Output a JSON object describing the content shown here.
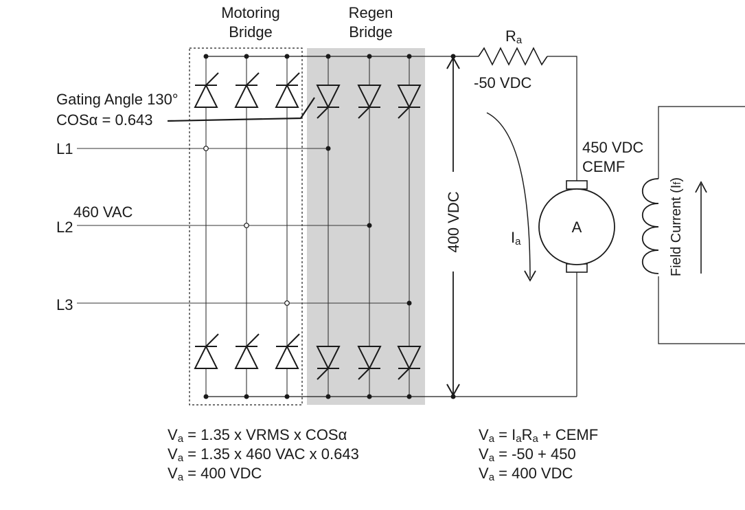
{
  "labels": {
    "motoring_line1": "Motoring",
    "motoring_line2": "Bridge",
    "regen_line1": "Regen",
    "regen_line2": "Bridge",
    "gating_angle": "Gating Angle 130°",
    "cos_alpha": "COSα = 0.643",
    "l1": "L1",
    "l2": "L2",
    "l3": "L3",
    "supply_voltage": "460 VAC",
    "dc_voltage": "400 VDC",
    "ra_main": "R",
    "ra_sub": "a",
    "ra_drop": "-50 VDC",
    "cemf_value": "450 VDC",
    "cemf_label": "CEMF",
    "armature_current_main": "I",
    "armature_current_sub": "a",
    "armature": "A",
    "field_current_prefix": "Field Current (I",
    "field_current_sub": "f",
    "field_current_suffix": ")"
  },
  "equations_left": [
    {
      "prefix": "V",
      "sub": "a",
      "rest": " = 1.35 x VRMS x COSα"
    },
    {
      "prefix": "V",
      "sub": "a",
      "rest": " = 1.35 x 460 VAC x 0.643"
    },
    {
      "prefix": "V",
      "sub": "a",
      "rest": " = 400 VDC"
    }
  ],
  "equations_right": [
    {
      "prefix": "V",
      "sub": "a",
      "mid1": " = I",
      "mid1_sub": "a",
      "mid2": "R",
      "mid2_sub": "a",
      "rest": " + CEMF"
    },
    {
      "prefix": "V",
      "sub": "a",
      "rest": " = -50 + 450"
    },
    {
      "prefix": "V",
      "sub": "a",
      "rest": " = 400 VDC"
    }
  ],
  "colors": {
    "regen_shade": "#d4d4d4",
    "ink": "#1a1a1a"
  }
}
